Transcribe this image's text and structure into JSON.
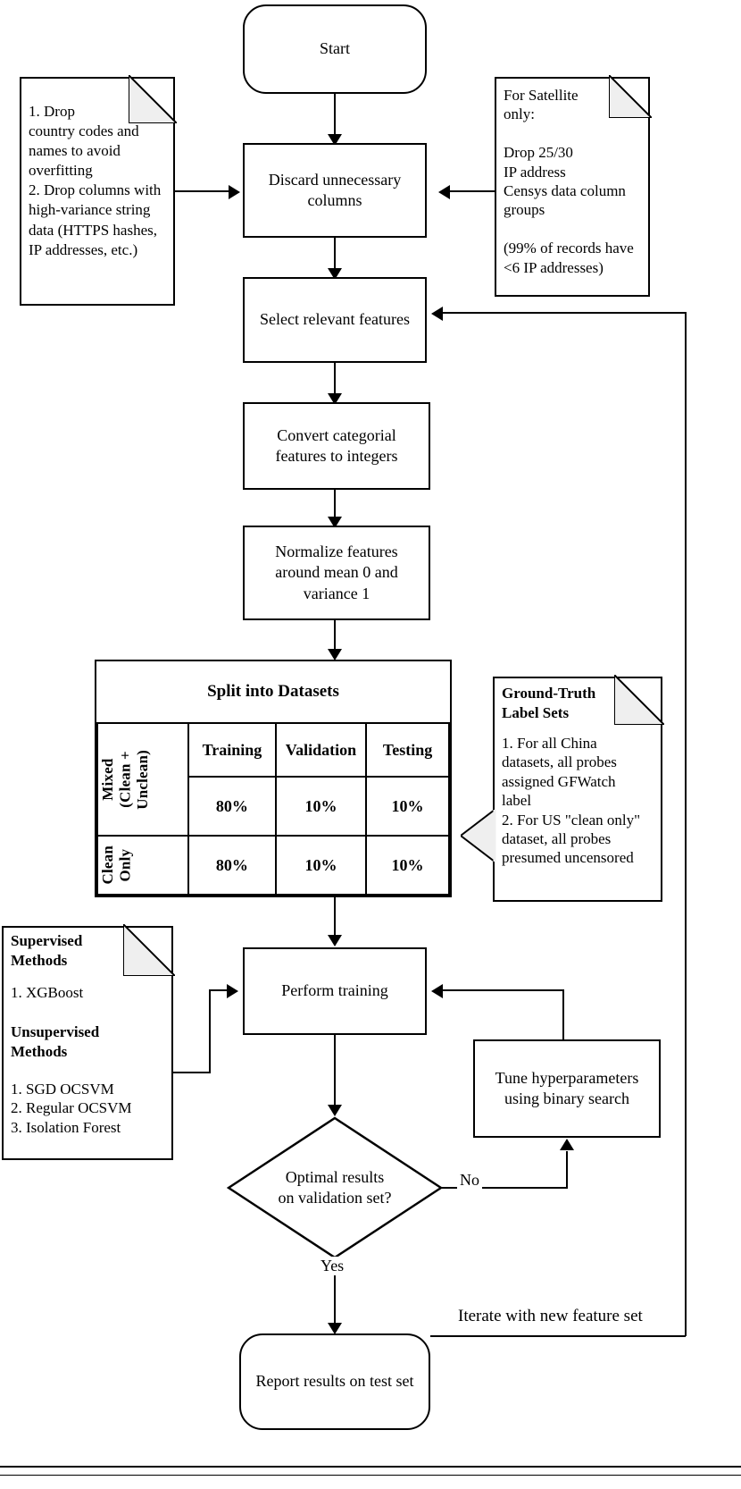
{
  "diagram": {
    "title": "Machine learning censorship-detection pipeline flowchart",
    "type": "flowchart"
  },
  "nodes": {
    "start": "Start",
    "discard": "Discard unnecessary\ncolumns",
    "select": "Select relevant features",
    "convert": "Convert categorial\nfeatures to integers",
    "normalize": "Normalize features\naround mean 0 and\nvariance 1",
    "training": "Perform training",
    "tune": "Tune hyperparameters\nusing binary search",
    "decision": "Optimal results\non validation set?",
    "report": "Report results on test set"
  },
  "edge_labels": {
    "no": "No",
    "yes": "Yes",
    "iterate": "Iterate with new feature set"
  },
  "notes": {
    "left_drop": {
      "text": "1. Drop\ncountry codes and\nnames to avoid\noverfitting\n2. Drop columns with\nhigh-variance string\ndata (HTTPS hashes,\nIP addresses, etc.)"
    },
    "right_satellite": {
      "text": "For Satellite\nonly:\n\nDrop 25/30\nIP address\nCensys data column\ngroups\n\n(99% of records have\n<6 IP addresses)"
    },
    "ground_truth": {
      "heading": "Ground-Truth\nLabel Sets",
      "text": "1. For all China\ndatasets, all probes\nassigned GFWatch\nlabel\n2. For US \"clean only\"\ndataset, all probes\npresumed uncensored"
    },
    "methods": {
      "supervised_heading": "Supervised\nMethods",
      "supervised_items": "1. XGBoost",
      "unsupervised_heading": "Unsupervised\nMethods",
      "unsupervised_items": "1. SGD OCSVM\n2. Regular OCSVM\n3. Isolation Forest"
    }
  },
  "split_table": {
    "title": "Split into Datasets",
    "columns": [
      "Training",
      "Validation",
      "Testing"
    ],
    "rows": [
      {
        "label": "Mixed\n(Clean +\nUnclean)",
        "values": [
          "80%",
          "10%",
          "10%"
        ]
      },
      {
        "label": "Clean\nOnly",
        "values": [
          "80%",
          "10%",
          "10%"
        ]
      }
    ]
  },
  "colors": {
    "stroke": "#000000",
    "fill": "#ffffff",
    "fold_fill": "#efefef"
  }
}
